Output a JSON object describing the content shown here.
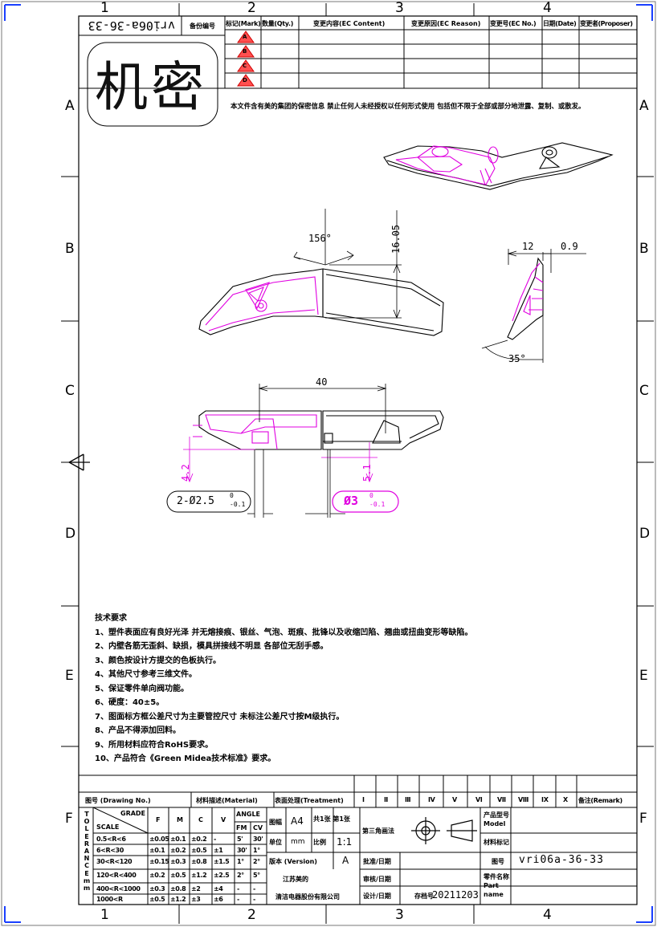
{
  "drawing_no": "vri06a-36-33",
  "drawing_no_mirrored": "vri06a-36-33",
  "confidential_stamp": "机密",
  "confidential_notice": "本文件含有美的集团的保密信息  禁止任何人未经授权以任何形式使用  包括但不限于全部或部分地泄露、复制、或散发。",
  "grid": {
    "columns": [
      "1",
      "2",
      "3",
      "4"
    ],
    "rows": [
      "A",
      "B",
      "C",
      "D",
      "E",
      "F"
    ]
  },
  "revision_table": {
    "headers": [
      "标记(Mark)",
      "数量(Qty.)",
      "变更内容(EC Content)",
      "变更原因(EC Reason)",
      "变更号(EC No.)",
      "日期(Date)",
      "变更者(Proposer)"
    ],
    "corner_label": "备份编号",
    "mark_rows": [
      "A",
      "B",
      "C",
      "D"
    ]
  },
  "dimensions": {
    "angle_top": "156°",
    "height_top": "16.05",
    "side_width": "12",
    "side_thickness": "0.9",
    "side_angle": "35°",
    "length_bottom": "40",
    "height_left": "4.2",
    "height_right": "5.1",
    "hole_left": "2-Ø2.5",
    "hole_left_tol_upper": "0",
    "hole_left_tol_lower": "-0.1",
    "hole_right": "Ø3",
    "hole_right_tol_upper": "0",
    "hole_right_tol_lower": "-0.1"
  },
  "tech_notes": {
    "title": "技术要求",
    "items": [
      "1、塑件表面应有良好光泽  并无熔接痕、银丝、气泡、斑痕、批锋以及收缩凹陷、翘曲或扭曲变形等缺陷。",
      "2、内壁各筋无歪斜、缺损，模具拼接线不明显  各部位无刮手感。",
      "3、颜色按设计方提交的色板执行。",
      "4、其他尺寸参考三维文件。",
      "5、保证零件单向阀功能。",
      "6、硬度：40±5。",
      "7、图面标方框公差尺寸为主要管控尺寸  未标注公差尺寸按M级执行。",
      "8、产品不得添加回料。",
      "9、所用材料应符合RoHS要求。",
      "10、产品符合《Green Midea技术标准》要求。"
    ]
  },
  "title_block": {
    "header_row": [
      "图号  (Drawing No.)",
      "材料描述(Material)",
      "表面处理(Treatment)",
      "Ⅰ",
      "Ⅱ",
      "Ⅲ",
      "Ⅳ",
      "Ⅴ",
      "Ⅵ",
      "Ⅶ",
      "Ⅷ",
      "Ⅸ",
      "Ⅹ",
      "备注(Remark)"
    ],
    "tolerance_vertical": "TOLERANCE mm",
    "grade_label": "GRADE",
    "scale_label": "SCALE",
    "grade_cols": [
      "F",
      "M",
      "C",
      "V"
    ],
    "angle_label": "ANGLE",
    "angle_cols": [
      "FM",
      "CV"
    ],
    "tol_rows": [
      {
        "range": "0.5<R<6",
        "f": "±0.05",
        "m": "±0.1",
        "c": "±0.2",
        "v": "-",
        "fm": "5'",
        "cv": "30'"
      },
      {
        "range": "6<R<30",
        "f": "±0.1",
        "m": "±0.2",
        "c": "±0.5",
        "v": "±1",
        "fm": "30'",
        "cv": "1°"
      },
      {
        "range": "30<R<120",
        "f": "±0.15",
        "m": "±0.3",
        "c": "±0.8",
        "v": "±1.5",
        "fm": "1°",
        "cv": "2°"
      },
      {
        "range": "120<R<400",
        "f": "±0.2",
        "m": "±0.5",
        "c": "±1.2",
        "v": "±2.5",
        "fm": "2°",
        "cv": "5°"
      },
      {
        "range": "400<R<1000",
        "f": "±0.3",
        "m": "±0.8",
        "c": "±2",
        "v": "±4",
        "fm": "-",
        "cv": "-"
      },
      {
        "range": "1000<R",
        "f": "±0.5",
        "m": "±1.2",
        "c": "±3",
        "v": "±6",
        "fm": "-",
        "cv": "-"
      }
    ],
    "paper_label": "图幅",
    "paper_value": "A4",
    "sheets_label": "共1张 第1张",
    "unit_label": "单位",
    "unit_value": "mm",
    "scale_cn": "比例",
    "scale_value": "1:1",
    "version_label": "版本 (Version)",
    "version_value": "A",
    "projection_label": "第三角画法",
    "company_line1": "江苏美的",
    "company_line2": "清洁电器股份有限公司",
    "approve_label": "批准/日期",
    "review_label": "审核/日期",
    "design_label": "设计/日期",
    "archive_label": "存档号",
    "archive_value": "20211203",
    "product_model_label": "产品型号 Model",
    "material_mark_label": "材料标记",
    "drawing_label": "图号",
    "part_name_label": "零件名称 Part name"
  }
}
